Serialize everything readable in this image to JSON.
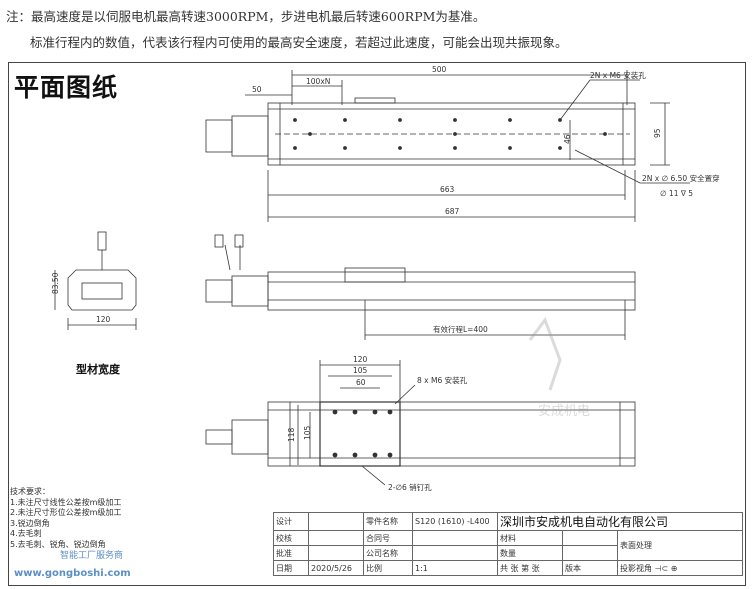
{
  "notes": {
    "line1": "注：最高速度是以伺服电机最高转速3000RPM，步进电机最后转速600RPM为基准。",
    "line2": "标准行程内的数值，代表该行程内可使用的最高安全速度，若超过此速度，可能会出现共振现象。"
  },
  "drawing": {
    "title": "平面图纸",
    "top_view": {
      "dim_500": "500",
      "dim_100xN": "100xN",
      "dim_50": "50",
      "dim_95": "95",
      "dim_46": "46",
      "dim_663": "663",
      "dim_687": "687",
      "mount_holes": "2N x M6 安装孔",
      "pin_hole": "2N x ∅ 6.50 安全置穿",
      "pin_hole_sub": "∅ 11 ∇ 5"
    },
    "side_view": {
      "effective_stroke": "有效行程L=400"
    },
    "section_view": {
      "dim_83_50": "83.50",
      "dim_120": "120",
      "caption": "型材宽度"
    },
    "bottom_view": {
      "dim_120": "120",
      "dim_105": "105",
      "dim_60": "60",
      "dim_118": "118",
      "dim_105_v": "105",
      "slider_holes": "8 x M6 安装孔",
      "pin_holes": "2-∅6 销钉孔"
    },
    "tech_requirements": {
      "heading": "技术要求：",
      "lines": [
        "1.未注尺寸线性公差按m级加工",
        "2.未注尺寸形位公差按m级加工",
        "3.锐边倒角",
        "4.去毛刺",
        "5.去毛刺、锐角、锐边倒角"
      ]
    },
    "watermark": {
      "text": "智能工厂服务商",
      "url": "www.gongboshi.com",
      "logo_text": "安成机电"
    },
    "title_block": {
      "design": "设计",
      "check": "校核",
      "approve": "批准",
      "date_label": "日期",
      "date": "2020/5/26",
      "part_name_label": "零件名称",
      "part_name": "S120 (1610) -L400",
      "contract_label": "合同号",
      "company_name_label": "公司名称",
      "scale_label": "比例",
      "scale": "1:1",
      "company": "深圳市安成机电自动化有限公司",
      "material": "材料",
      "quantity": "数量",
      "surface": "表面处理",
      "sheets": "共  张  第  张",
      "version": "版本",
      "projection": "投影视角"
    }
  }
}
